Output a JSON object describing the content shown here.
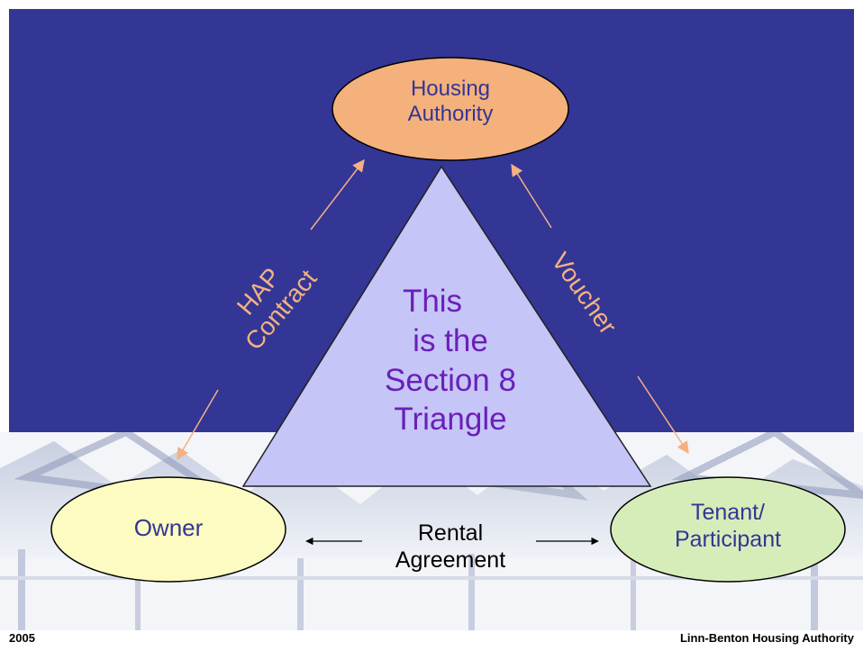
{
  "diagram": {
    "nodes": {
      "housing_authority": {
        "line1": "Housing",
        "line2": "Authority",
        "color": "#f5b17c",
        "text_color": "#333694"
      },
      "owner": {
        "label": "Owner",
        "color": "#fcfbc2",
        "text_color": "#333694"
      },
      "tenant": {
        "line1": "Tenant/",
        "line2": "Participant",
        "color": "#d6edba",
        "text_color": "#333694"
      },
      "triangle": {
        "line1": "This",
        "line2": "is the",
        "line3": "Section 8",
        "line4": "Triangle",
        "color": "#c5c5f7",
        "text_color": "#6b1fb8"
      }
    },
    "edges": {
      "hap_contract": {
        "line1": "HAP",
        "line2": "Contract"
      },
      "voucher": {
        "label": "Voucher"
      },
      "rental_agreement": {
        "line1": "Rental",
        "line2": "Agreement"
      }
    }
  },
  "footer": {
    "year": "2005",
    "organization": "Linn-Benton Housing Authority"
  },
  "colors": {
    "background": "#333694",
    "arrow_accent": "#f4b183"
  }
}
